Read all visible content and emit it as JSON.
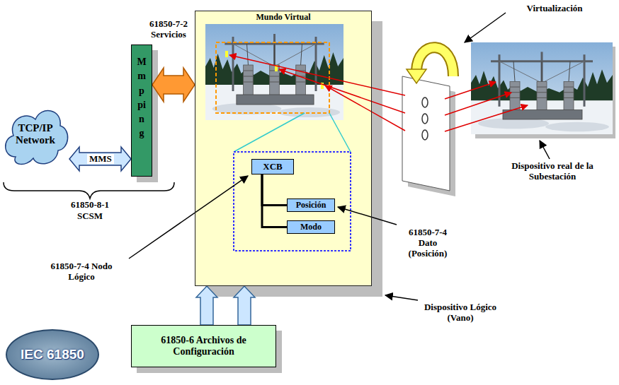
{
  "diagram": {
    "nodes": [
      {
        "text": [
          "TCP/IP Network"
        ]
      },
      {
        "text": [
          "Mmpping"
        ]
      },
      {
        "text": [
          "Mundo Virtual"
        ]
      },
      {
        "text": [
          "XCB"
        ],
        "in": 2
      },
      {
        "text": [
          "Posición"
        ],
        "in": 2
      },
      {
        "text": [
          "Modo"
        ],
        "in": 2
      },
      {
        "text": [
          "61850-6 Archivos de Configuración"
        ]
      },
      {
        "text": [
          "IEC 61850"
        ]
      }
    ],
    "edges": [
      {
        "from": 0,
        "to": 1,
        "arrow": "both",
        "label": "MMS"
      },
      {
        "from": 1,
        "to": 2,
        "arrow": "both"
      },
      {
        "from": 3,
        "to": 4,
        "arrow": "none"
      },
      {
        "from": 3,
        "to": 5,
        "arrow": "none"
      },
      {
        "from": 6,
        "to": 2,
        "arrow": "to"
      },
      {
        "from": 6,
        "to": 2,
        "arrow": "to"
      }
    ],
    "labels": [
      "61850-7-2 Servicios",
      "Virtualización",
      "Dispositivo real de la Subestación",
      "61850-8-1",
      "SCSM",
      "61850-7-4 Nodo Lógico",
      "61850-7-4 Dato (Posición)",
      "Dispositivo Lógico (Vano)"
    ]
  }
}
